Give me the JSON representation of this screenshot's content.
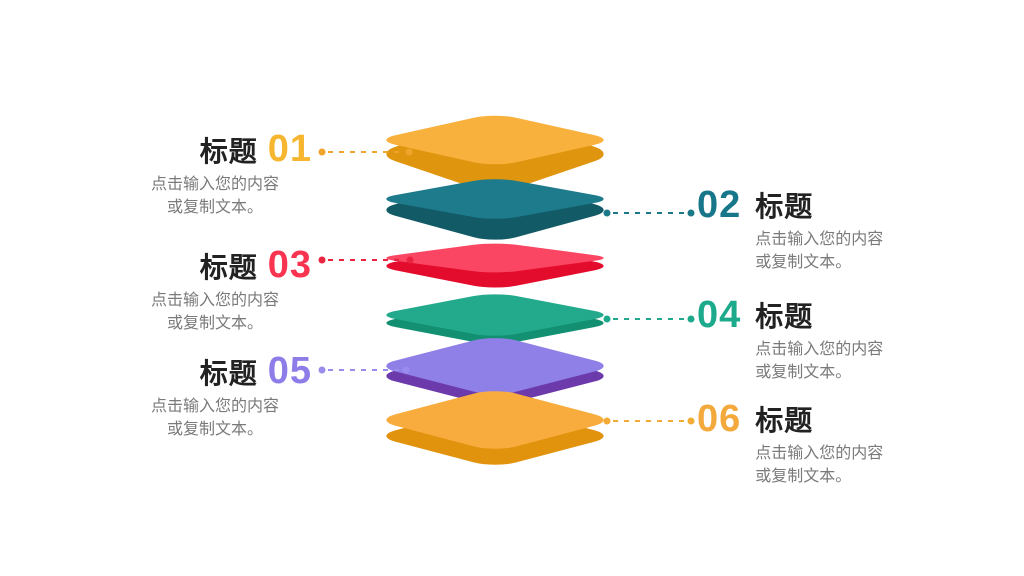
{
  "page": {
    "background": "#ffffff",
    "type": "presentation-slide-diagram"
  },
  "items": [
    {
      "number": "01",
      "title": "标题",
      "desc_line1": "点击输入您的内容",
      "desc_line2": "或复制文本。",
      "side": "left",
      "colors": {
        "accent": "#F6B62F",
        "face": "#F9B13E",
        "shade": "#E0950E",
        "connector": "#EFA52B"
      }
    },
    {
      "number": "02",
      "title": "标题",
      "desc_line1": "点击输入您的内容",
      "desc_line2": "或复制文本。",
      "side": "right",
      "colors": {
        "accent": "#18768B",
        "face": "#1E7B8C",
        "shade": "#135A67",
        "connector": "#1B7889"
      }
    },
    {
      "number": "03",
      "title": "标题",
      "desc_line1": "点击输入您的内容",
      "desc_line2": "或复制文本。",
      "side": "left",
      "colors": {
        "accent": "#F83451",
        "face": "#FA4663",
        "shade": "#E30C2C",
        "connector": "#EA2440"
      }
    },
    {
      "number": "04",
      "title": "标题",
      "desc_line1": "点击输入您的内容",
      "desc_line2": "或复制文本。",
      "side": "right",
      "colors": {
        "accent": "#1CA98C",
        "face": "#23AA8D",
        "shade": "#129071",
        "connector": "#1FA98C"
      }
    },
    {
      "number": "05",
      "title": "标题",
      "desc_line1": "点击输入您的内容",
      "desc_line2": "或复制文本。",
      "side": "left",
      "colors": {
        "accent": "#8C7DE8",
        "face": "#8F80E8",
        "shade": "#6D3AAB",
        "connector": "#998CEC"
      }
    },
    {
      "number": "06",
      "title": "标题",
      "desc_line1": "点击输入您的内容",
      "desc_line2": "或复制文本。",
      "side": "right",
      "colors": {
        "accent": "#F3A93C",
        "face": "#F9AC3E",
        "shade": "#E2930D",
        "connector": "#F2AC35"
      }
    }
  ]
}
